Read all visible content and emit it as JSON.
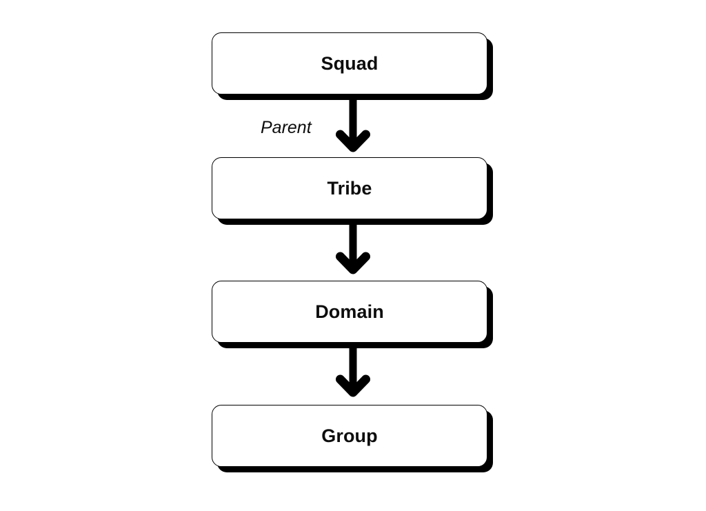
{
  "diagram": {
    "type": "flowchart",
    "orientation": "top-to-bottom",
    "background_color": "#ffffff",
    "stroke_color": "#000000",
    "node_fill_color": "#ffffff",
    "shadow_color": "#000000",
    "nodes": [
      {
        "id": "squad",
        "label": "Squad",
        "shape": "rounded-rectangle"
      },
      {
        "id": "tribe",
        "label": "Tribe",
        "shape": "rounded-rectangle"
      },
      {
        "id": "domain",
        "label": "Domain",
        "shape": "rounded-rectangle"
      },
      {
        "id": "group",
        "label": "Group",
        "shape": "rounded-rectangle"
      }
    ],
    "edges": [
      {
        "id": "edge-squad-tribe",
        "from": "squad",
        "to": "tribe",
        "label": "Parent",
        "arrow": "down-arrow"
      },
      {
        "id": "edge-tribe-domain",
        "from": "tribe",
        "to": "domain",
        "label": "",
        "arrow": "down-arrow"
      },
      {
        "id": "edge-domain-group",
        "from": "domain",
        "to": "group",
        "label": "",
        "arrow": "down-arrow"
      }
    ]
  }
}
